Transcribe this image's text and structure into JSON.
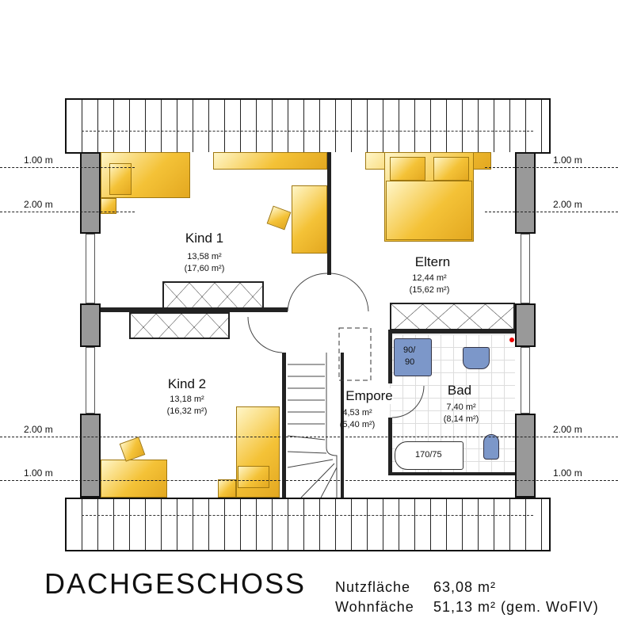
{
  "title": "DACHGESCHOSS",
  "summary": {
    "nutz_label": "Nutzfläche",
    "nutz_value": "63,08 m²",
    "wohn_label": "Wohnfäche",
    "wohn_value": "51,13 m² (gem. WoFIV)"
  },
  "dimensions": {
    "d1": "1.00 m",
    "d2": "2.00 m"
  },
  "rooms": [
    {
      "name": "Kind 1",
      "area": "13,58 m²",
      "gross": "(17,60 m²)"
    },
    {
      "name": "Eltern",
      "area": "12,44 m²",
      "gross": "(15,62 m²)"
    },
    {
      "name": "Kind 2",
      "area": "13,18 m²",
      "gross": "(16,32 m²)"
    },
    {
      "name": "Empore",
      "area": "4,53 m²",
      "gross": "(5,40 m²)"
    },
    {
      "name": "Bad",
      "area": "7,40 m²",
      "gross": "(8,14 m²)"
    }
  ],
  "fixtures": {
    "shower_a": "90/",
    "shower_b": "90",
    "bathtub": "170/75"
  },
  "colors": {
    "furniture": "#f4c237",
    "sanitary": "#7c97c9",
    "wall": "#999999"
  }
}
